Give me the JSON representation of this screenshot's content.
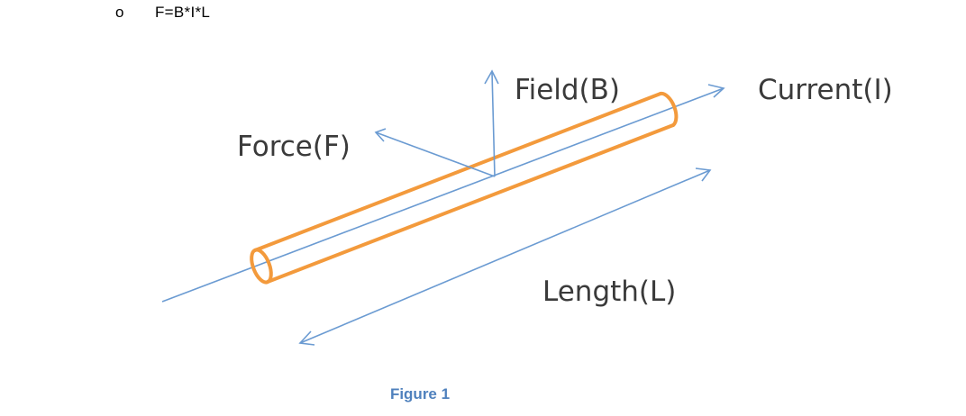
{
  "bullet": {
    "marker": "o",
    "formula": "F=B*I*L"
  },
  "diagram": {
    "labels": {
      "field": "Field(B)",
      "current": "Current(I)",
      "force": "Force(F)",
      "length": "Length(L)"
    },
    "colors": {
      "vector": "#6b9bd2",
      "conductor": "#f39a3c",
      "text": "#3a3a3a"
    }
  },
  "caption": "Figure 1"
}
